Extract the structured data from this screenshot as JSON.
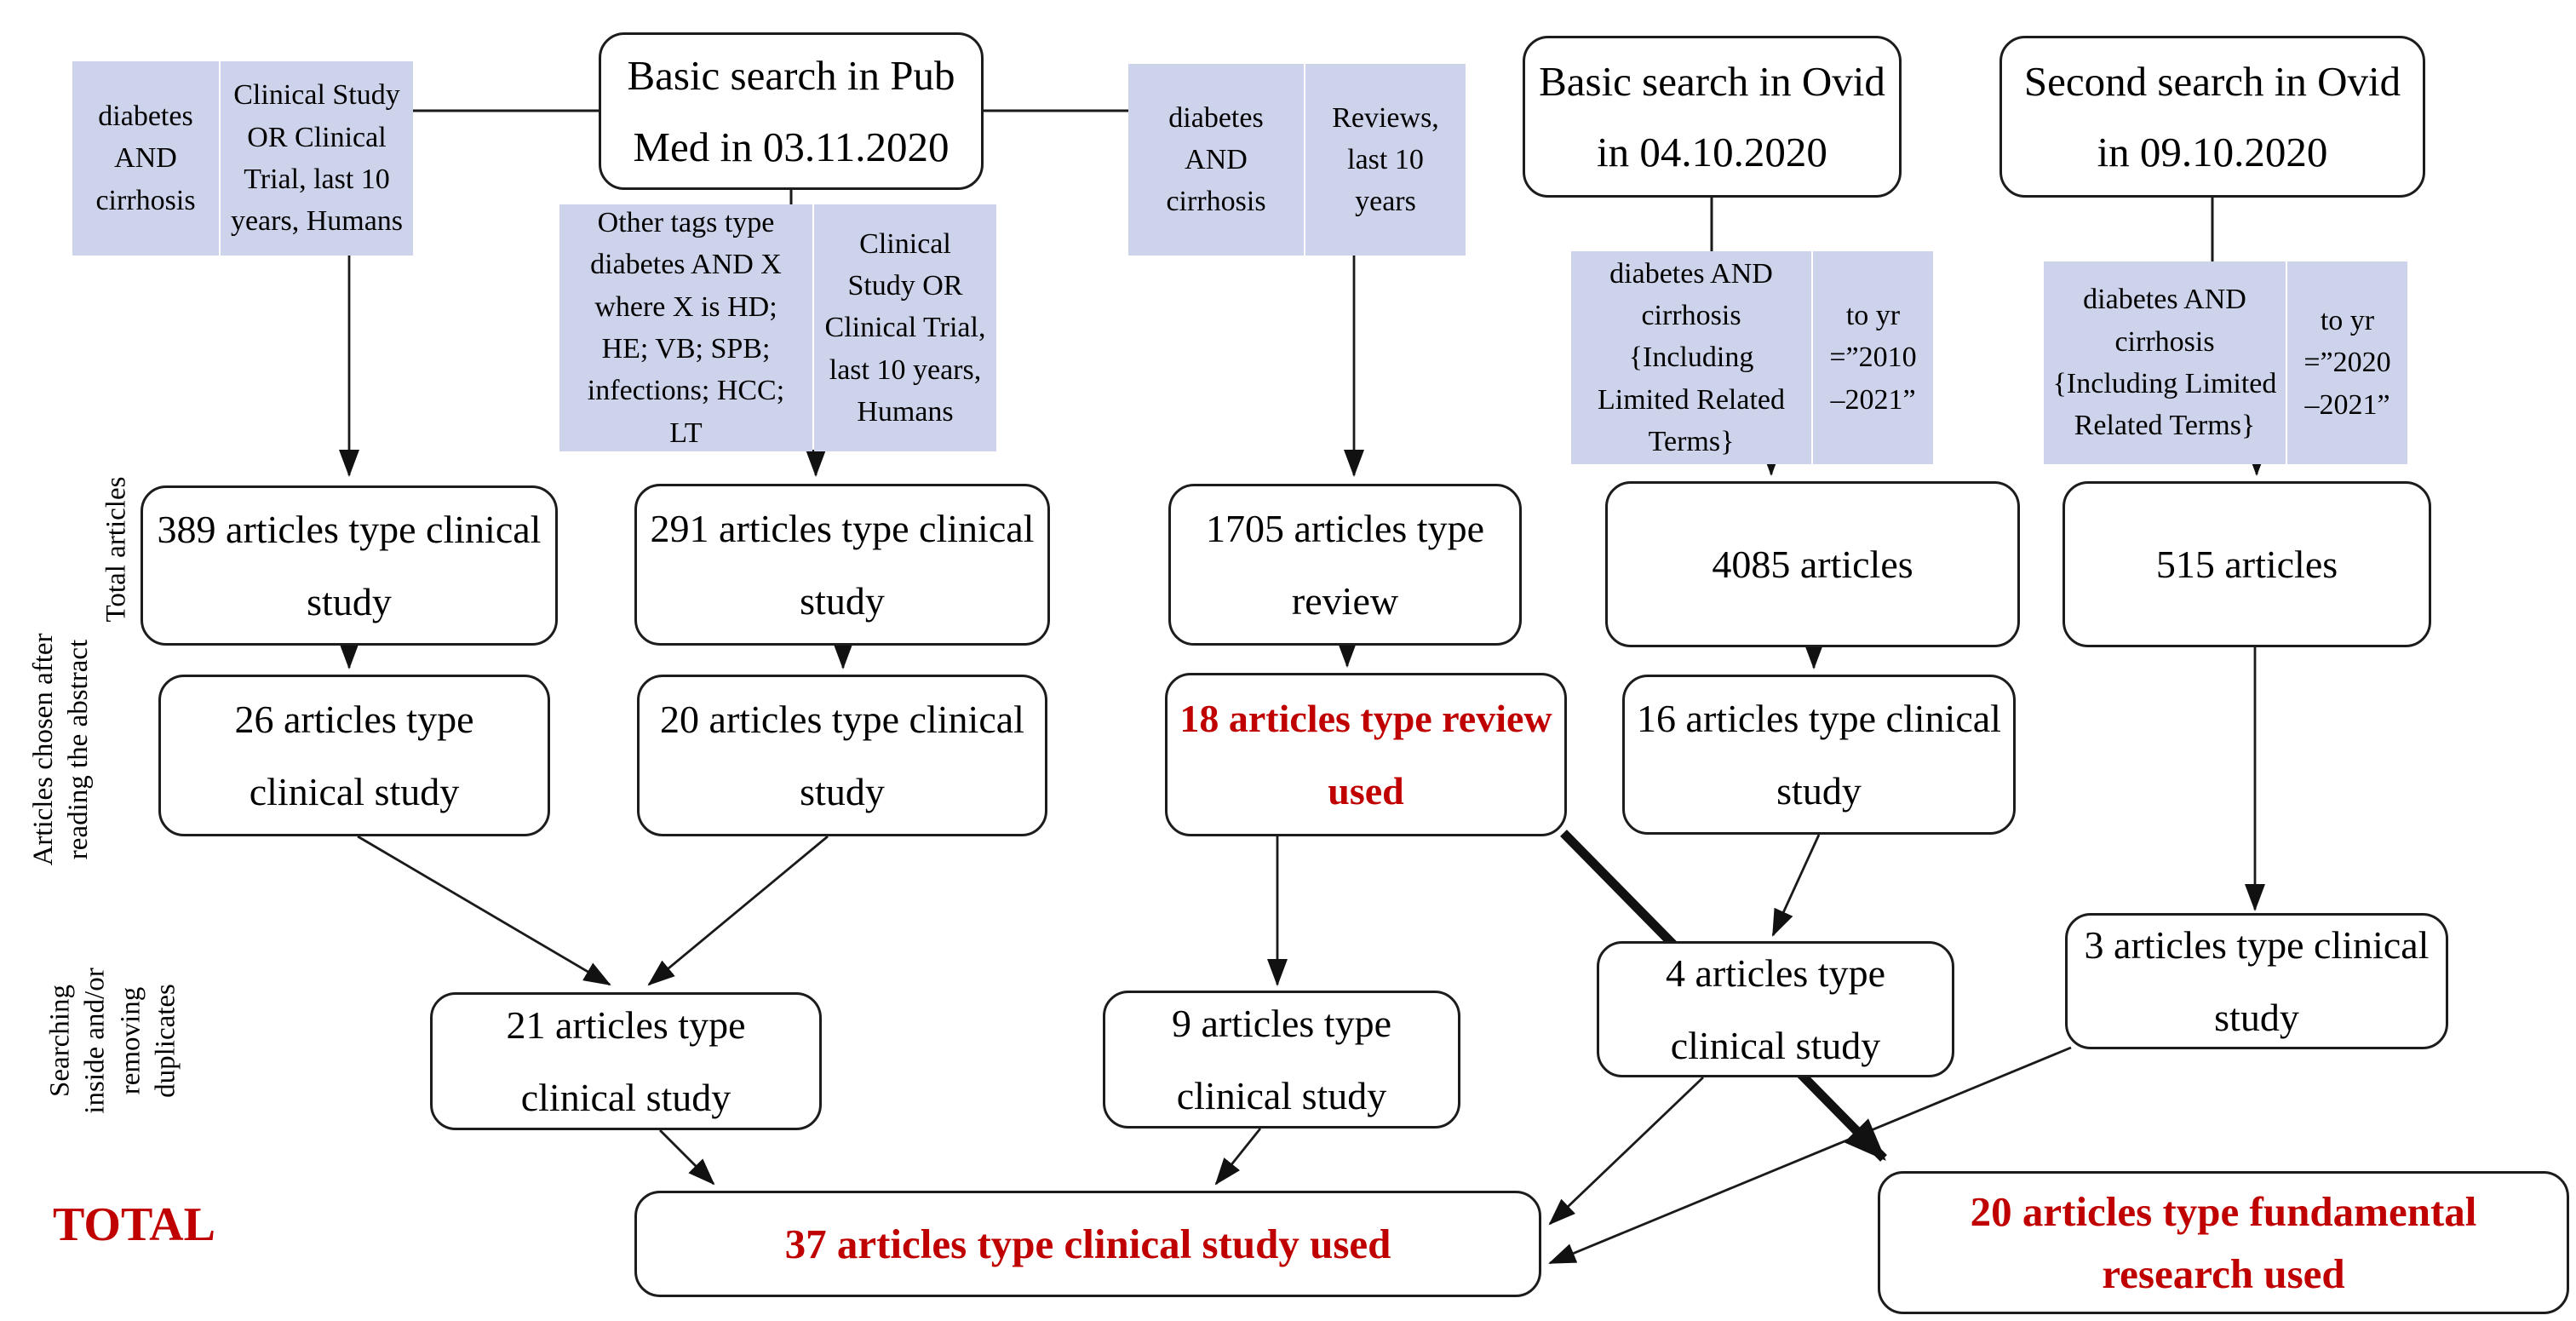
{
  "searches": {
    "pubmed": "Basic search in Pub Med in 03.11.2020",
    "ovid1": "Basic search in Ovid in 04.10.2020",
    "ovid2": "Second search in Ovid in 09.10.2020"
  },
  "params": {
    "pm_terms": "diabetes AND cirrhosis",
    "pm_filters": "Clinical Study OR Clinical Trial, last 10 years, Humans",
    "pm_other_tags": "Other tags type diabetes AND X where X is HD; HE; VB; SPB; infections; HCC; LT",
    "pm_other_filters": "Clinical Study OR Clinical Trial, last 10 years, Humans",
    "rev_terms": "diabetes AND cirrhosis",
    "rev_filters": "Reviews, last 10 years",
    "ovid1_terms": "diabetes AND cirrhosis {Including Limited Related Terms}",
    "ovid1_years": "to yr =”2010 –2021”",
    "ovid2_terms": "diabetes AND cirrhosis {Including Limited Related Terms}",
    "ovid2_years": "to yr =”2020 –2021”"
  },
  "results": {
    "r389": "389 articles type clinical study",
    "r291": "291 articles type clinical study",
    "r1705": "1705 articles type review",
    "r4085": "4085 articles",
    "r515": "515 articles",
    "r26": "26 articles type clinical study",
    "r20": "20 articles type clinical study",
    "r18": "18 articles type review used",
    "r16": "16 articles type clinical study",
    "r21": "21 articles type clinical study",
    "r9": "9 articles type clinical study",
    "r4": "4 articles type clinical study",
    "r3": "3 articles type clinical study",
    "total_clinical": "37 articles type clinical study used",
    "total_fundamental": "20 articles type fundamental research used"
  },
  "side_labels": {
    "row1": "Total articles",
    "row2": "Articles chosen after\nreading the abstract",
    "row3": "Searching\ninside and/or\nremoving\nduplicates",
    "total": "TOTAL"
  },
  "colors": {
    "accent-red": "#c00000",
    "param-fill": "#cdd3ea",
    "line": "#1a1a1a"
  }
}
